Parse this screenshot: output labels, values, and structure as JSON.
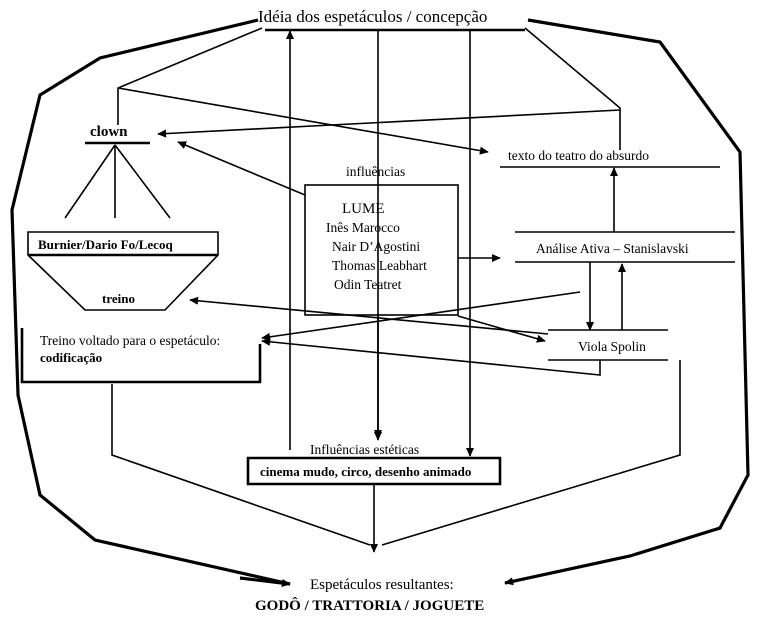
{
  "top_title": "Idéia dos espetáculos / concepção",
  "clown": "clown",
  "influences_label": "influências",
  "theatre_text": "texto do teatro do absurdo",
  "funnel_label": "Burnier/Dario Fo/Lecoq",
  "treino": "treino",
  "center_box": {
    "items": [
      "LUME",
      "Inês Marocco",
      "Nair D’Agostini",
      "Thomas Leabhart",
      "Odin Teatret"
    ]
  },
  "stanislavski": "Análise Ativa – Stanislavski",
  "spolin": "Viola Spolin",
  "training": {
    "line1": "Treino voltado para o espetáculo:",
    "line2": "codificação"
  },
  "aesthetic": {
    "title": "Influências estéticas",
    "subtitle": "cinema mudo, circo, desenho animado"
  },
  "result": {
    "label": "Espetáculos resultantes:",
    "shows": "GODÔ / TRATTORIA / JOGUETE"
  }
}
